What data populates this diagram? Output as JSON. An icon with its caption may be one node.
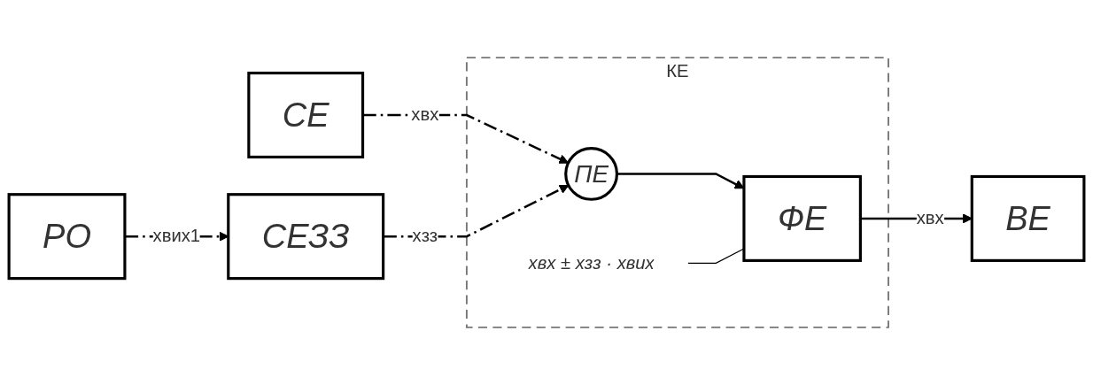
{
  "diagram": {
    "nodes": [
      {
        "text": [
          "СЕ"
        ]
      },
      {
        "text": [
          "КЕ"
        ]
      },
      {
        "text": [
          "ПЕ"
        ],
        "in": 1
      },
      {
        "text": [
          "xвх ± xзз · xвих"
        ],
        "in": 1
      },
      {
        "text": [
          "ФЕ"
        ],
        "in": 1
      },
      {
        "text": [
          "ВЕ"
        ]
      },
      {
        "text": [
          "РО"
        ]
      },
      {
        "text": [
          "СЕЗЗ"
        ]
      }
    ],
    "edges": [
      {
        "from": 0,
        "to": 2,
        "arrow": "to",
        "label": "xвх",
        "style": "dashed"
      },
      {
        "from": 2,
        "to": 4,
        "arrow": "to"
      },
      {
        "from": 3,
        "to": 4,
        "arrow": "none"
      },
      {
        "from": 4,
        "to": 5,
        "arrow": "to",
        "label": "xвх"
      },
      {
        "from": 6,
        "to": 7,
        "arrow": "to",
        "label": "xвих1",
        "style": "dashed"
      },
      {
        "from": 7,
        "to": 2,
        "arrow": "to",
        "label": "xзз",
        "style": "dashed"
      }
    ]
  }
}
